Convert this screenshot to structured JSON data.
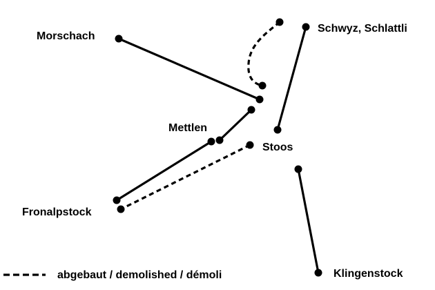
{
  "labels": {
    "morschach": "Morschach",
    "schwyz": "Schwyz, Schlattli",
    "mettlen": "Mettlen",
    "stoos": "Stoos",
    "fronalpstock": "Fronalpstock",
    "klingenstock": "Klingenstock"
  },
  "legend": {
    "demolished": "abgebaut / demolished / démoli"
  },
  "colors": {
    "line": "#000000",
    "background": "#ffffff"
  }
}
